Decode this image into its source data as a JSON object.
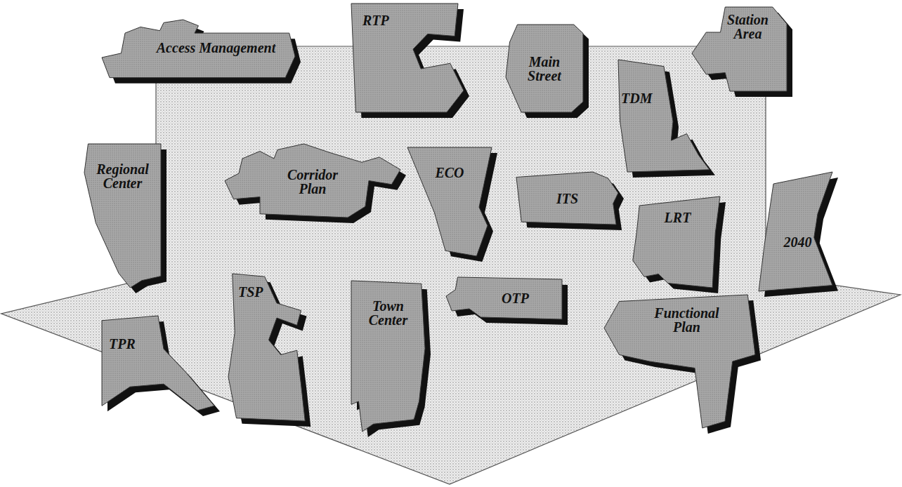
{
  "diagram": {
    "nodes": [
      {
        "text": [
          "Access Management"
        ]
      },
      {
        "text": [
          "RTP"
        ]
      },
      {
        "text": [
          "Main Street"
        ]
      },
      {
        "text": [
          "Station Area"
        ]
      },
      {
        "text": [
          "TDM"
        ]
      },
      {
        "text": [
          "Regional Center"
        ]
      },
      {
        "text": [
          "Corridor Plan"
        ]
      },
      {
        "text": [
          "ECO"
        ]
      },
      {
        "text": [
          "ITS"
        ]
      },
      {
        "text": [
          "LRT"
        ]
      },
      {
        "text": [
          "2040"
        ]
      },
      {
        "text": [
          "TPR"
        ]
      },
      {
        "text": [
          "TSP"
        ]
      },
      {
        "text": [
          "Town Center"
        ]
      },
      {
        "text": [
          "OTP"
        ]
      },
      {
        "text": [
          "Functional Plan"
        ]
      }
    ]
  }
}
